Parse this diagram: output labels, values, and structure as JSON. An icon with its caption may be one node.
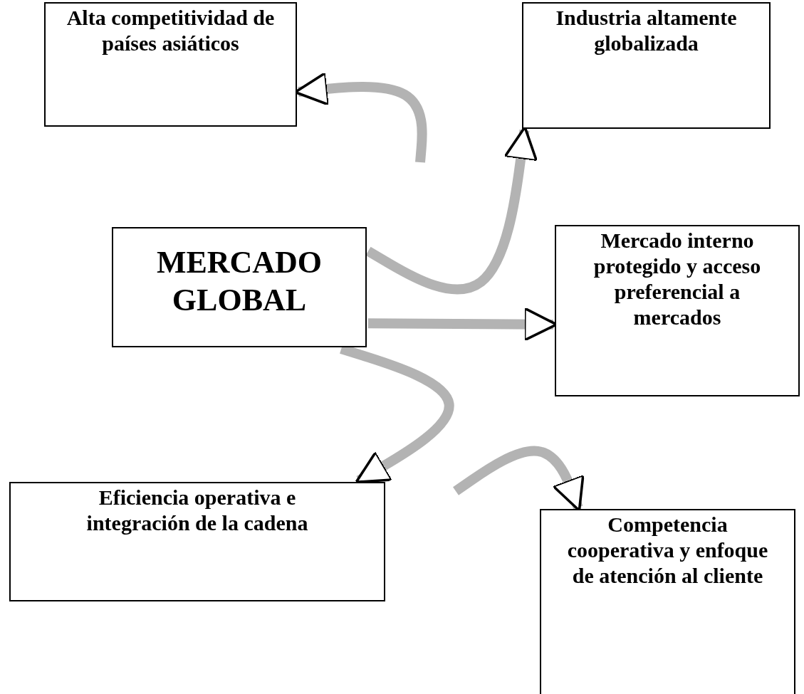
{
  "diagram": {
    "nodes": [
      {
        "text": [
          "Alta competitividad de países asiáticos"
        ]
      },
      {
        "text": [
          "Industria altamente globalizada"
        ]
      },
      {
        "text": [
          "MERCADO GLOBAL"
        ]
      },
      {
        "text": [
          "Mercado interno protegido y acceso preferencial a mercados"
        ]
      },
      {
        "text": [
          "Eficiencia operativa e integración de la cadena"
        ]
      },
      {
        "text": [
          "Competencia cooperativa y enfoque de atención al cliente"
        ]
      }
    ],
    "edges": [
      {
        "from": null,
        "to": 0,
        "arrow": "to"
      },
      {
        "from": 2,
        "to": 1,
        "arrow": "to"
      },
      {
        "from": 2,
        "to": 3,
        "arrow": "to"
      },
      {
        "from": 2,
        "to": 4,
        "arrow": "to"
      },
      {
        "from": null,
        "to": 5,
        "arrow": "to"
      }
    ]
  }
}
